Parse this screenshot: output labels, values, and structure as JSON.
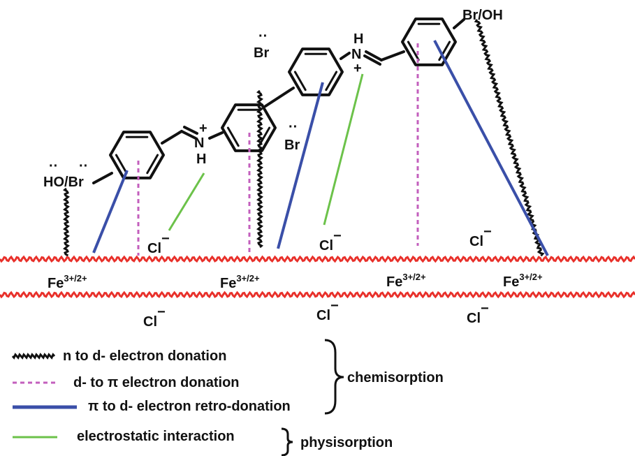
{
  "molecule": {
    "left_substituent": "HO/Br",
    "right_substituent": "Br/OH",
    "bromine_top": "Br",
    "bromine_bottom": "Br",
    "imine_left_n": "N",
    "imine_left_h": "H",
    "imine_left_charge": "+",
    "imine_right_n": "N",
    "imine_right_h": "H",
    "imine_right_charge": "+",
    "lone_pair": "··"
  },
  "surface": {
    "iron_base": "Fe",
    "iron_charge": "3+/2+",
    "chloride": "Cl",
    "chloride_charge": "−"
  },
  "legend": {
    "items": [
      {
        "label": "n to d- electron donation",
        "style": "wavy",
        "color": "#111111"
      },
      {
        "label": "d- to π electron donation",
        "style": "dotted",
        "color": "#c35fbd"
      },
      {
        "label": "π to d- electron retro-donation",
        "style": "solid",
        "color": "#3a4fa8"
      },
      {
        "label": "electrostatic interaction",
        "style": "solid",
        "color": "#6cc24a"
      }
    ],
    "groups": [
      {
        "label": "chemisorption"
      },
      {
        "label": "physisorption"
      }
    ]
  },
  "colors": {
    "surface_line": "#e8302a",
    "bond": "#111111",
    "dotted": "#c35fbd",
    "retro": "#3a4fa8",
    "electrostatic": "#6cc24a"
  }
}
